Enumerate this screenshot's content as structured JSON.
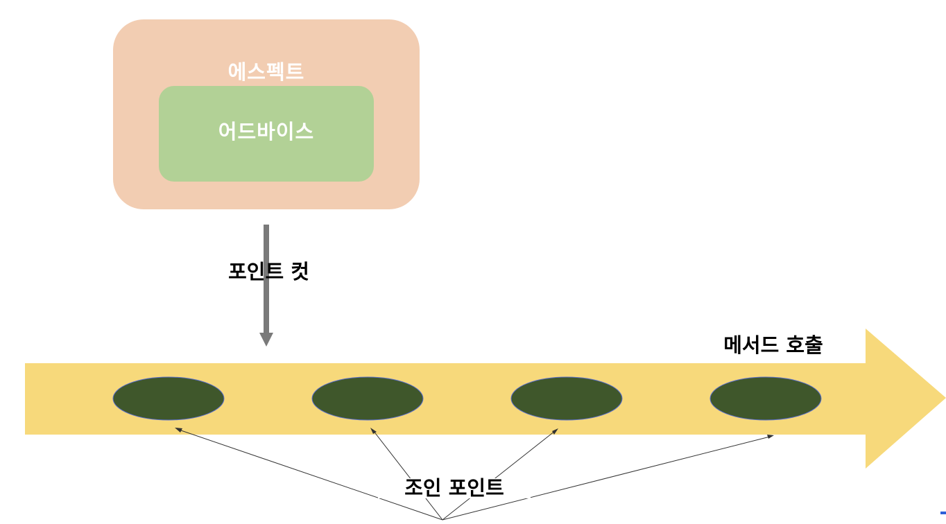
{
  "aspect": {
    "label": "에스펙트"
  },
  "advice": {
    "label": "어드바이스"
  },
  "pointcut": {
    "label": "포인트 컷"
  },
  "method_call": {
    "label": "메서드 호출"
  },
  "join_point": {
    "label": "조인 포인트",
    "count": 4
  },
  "colors": {
    "aspect_fill": "#f2cdb2",
    "advice_fill": "#b2d196",
    "arrow_fill": "#f7d97b",
    "join_point_fill": "#3f572b",
    "join_point_stroke": "#5b6fd0",
    "pointcut_arrow": "#7a7a7a"
  }
}
